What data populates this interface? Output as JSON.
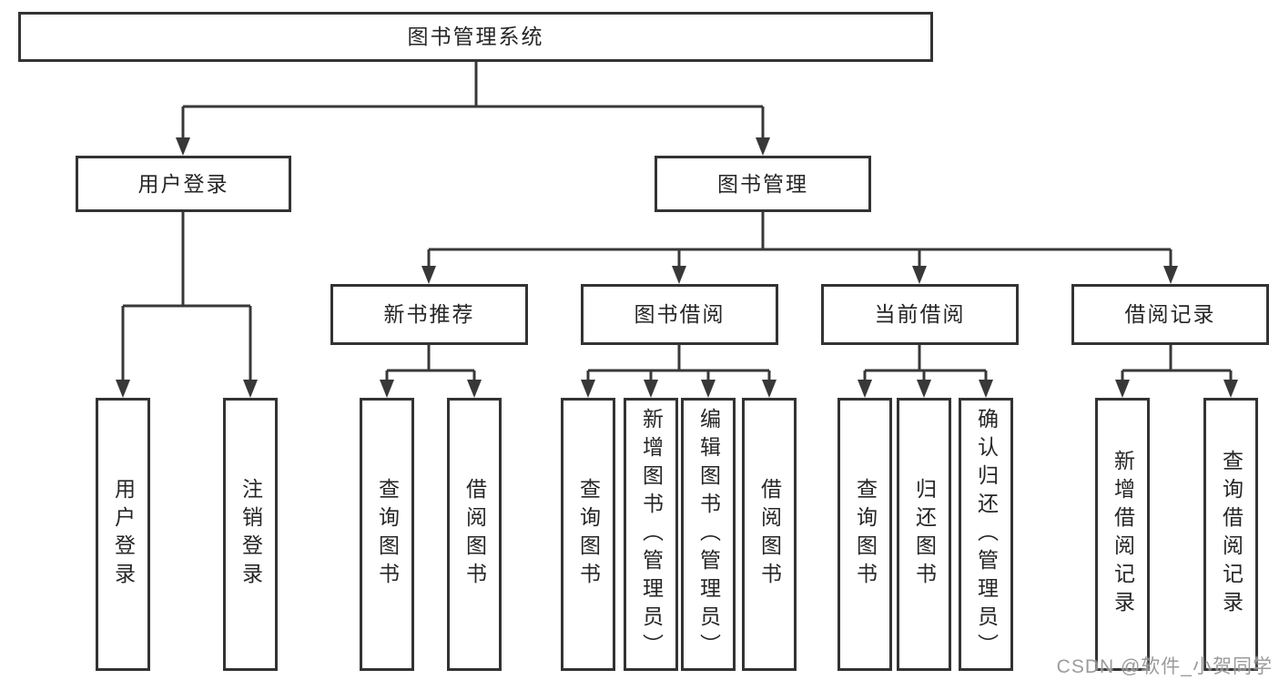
{
  "diagram": {
    "root": {
      "label": "图书管理系统"
    },
    "level2": [
      {
        "label": "用户登录"
      },
      {
        "label": "图书管理"
      }
    ],
    "level3": [
      {
        "label": "新书推荐"
      },
      {
        "label": "图书借阅"
      },
      {
        "label": "当前借阅"
      },
      {
        "label": "借阅记录"
      }
    ],
    "leaves": [
      {
        "parent": "用户登录",
        "label": "用户登录"
      },
      {
        "parent": "用户登录",
        "label": "注销登录"
      },
      {
        "parent": "新书推荐",
        "label": "查询图书"
      },
      {
        "parent": "新书推荐",
        "label": "借阅图书"
      },
      {
        "parent": "图书借阅",
        "label": "查询图书"
      },
      {
        "parent": "图书借阅",
        "label": "新增图书（管理员）"
      },
      {
        "parent": "图书借阅",
        "label": "编辑图书（管理员）"
      },
      {
        "parent": "图书借阅",
        "label": "借阅图书"
      },
      {
        "parent": "当前借阅",
        "label": "查询图书"
      },
      {
        "parent": "当前借阅",
        "label": "归还图书"
      },
      {
        "parent": "当前借阅",
        "label": "确认归还（管理员）"
      },
      {
        "parent": "借阅记录",
        "label": "新增借阅记录"
      },
      {
        "parent": "借阅记录",
        "label": "查询借阅记录"
      }
    ],
    "colors": {
      "border": "#333333",
      "line": "#383838",
      "text": "#262626",
      "background": "#ffffff",
      "watermark": "#8a8a8a"
    }
  },
  "watermark": {
    "text": "CSDN @软件_小贺同学"
  }
}
